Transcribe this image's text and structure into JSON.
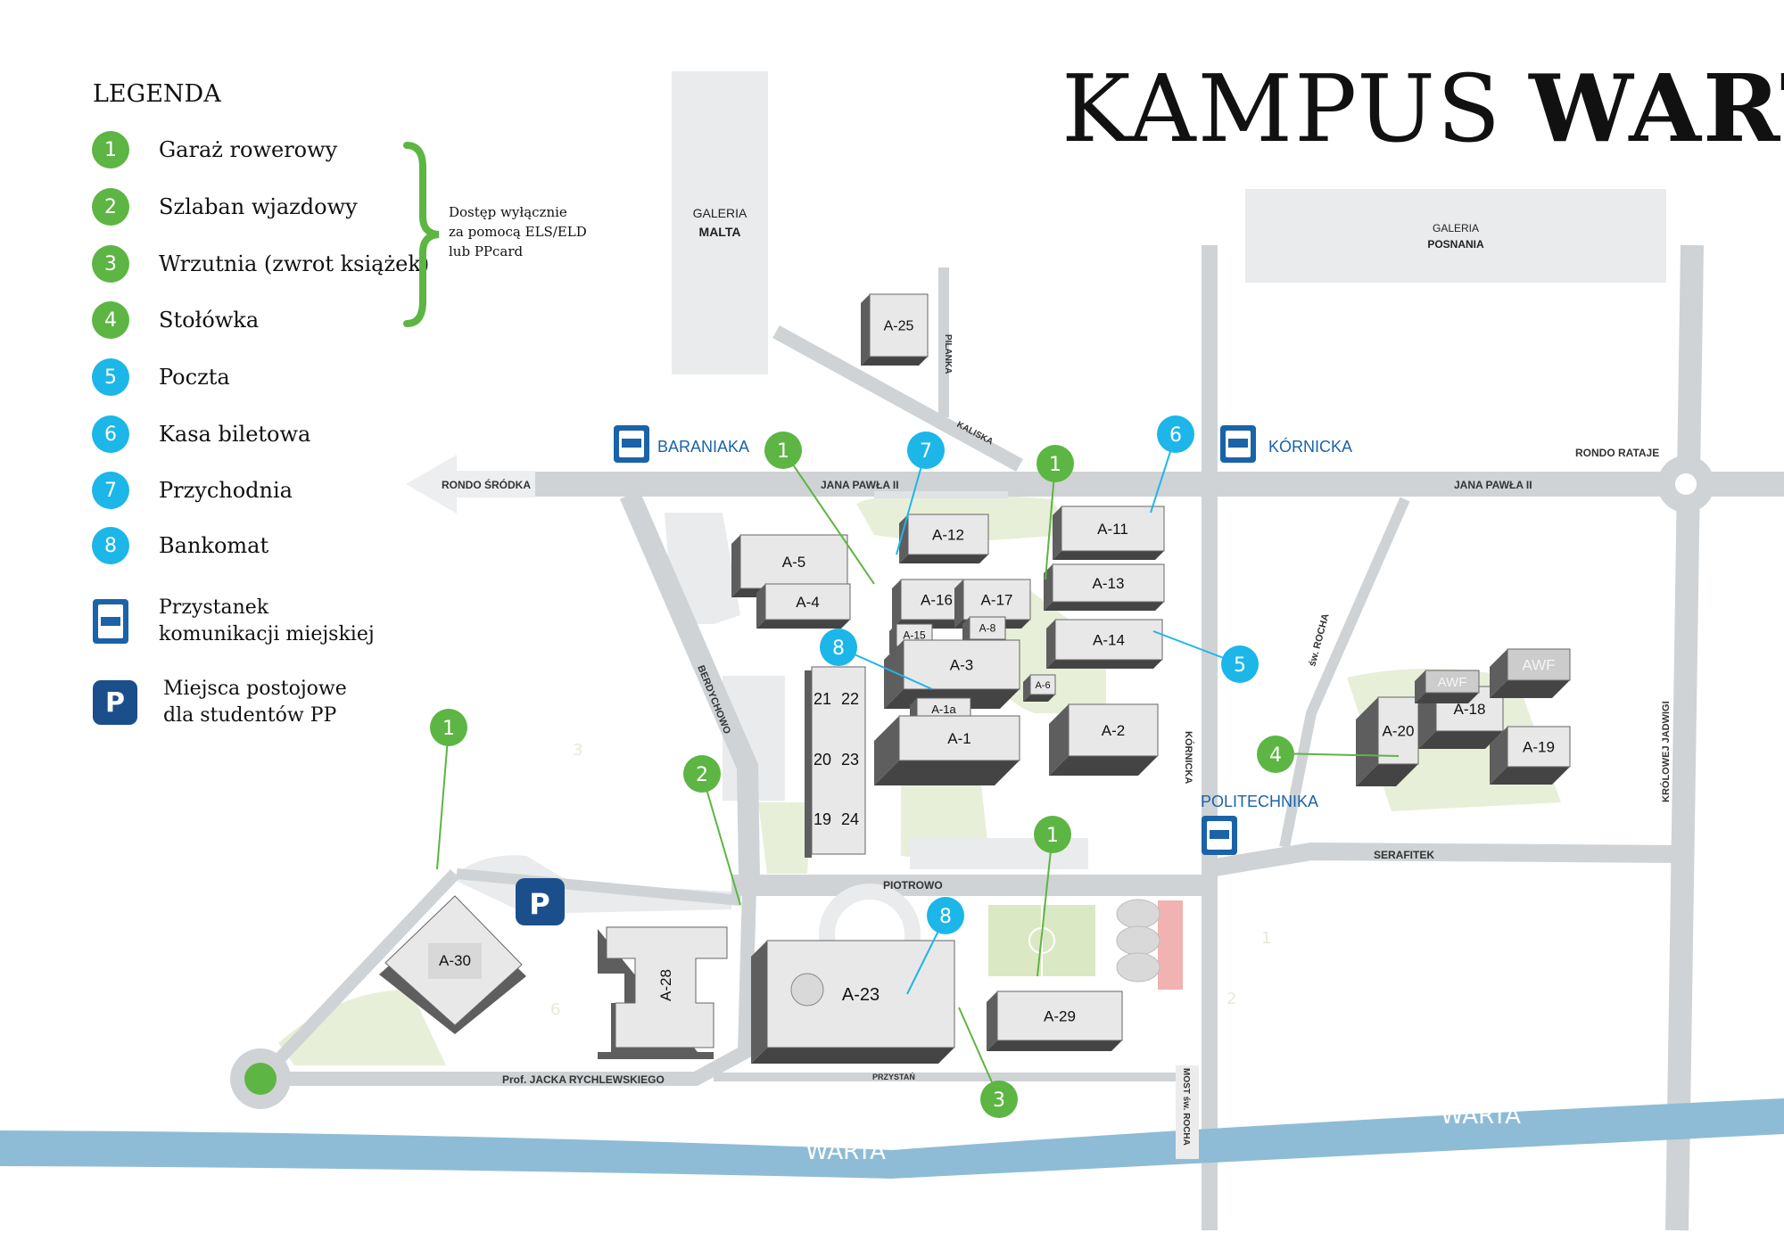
{
  "title": {
    "light": "KAMPUS",
    "bold": "WARTA"
  },
  "legend": {
    "heading": "LEGENDA",
    "items": [
      {
        "num": "1",
        "label": "Garaż rowerowy",
        "color": "#5db543"
      },
      {
        "num": "2",
        "label": "Szlaban wjazdowy",
        "color": "#5db543"
      },
      {
        "num": "3",
        "label": "Wrzutnia (zwrot książek)",
        "color": "#5db543"
      },
      {
        "num": "4",
        "label": "Stołówka",
        "color": "#5db543"
      },
      {
        "num": "5",
        "label": "Poczta",
        "color": "#1cb6e9"
      },
      {
        "num": "6",
        "label": "Kasa biletowa",
        "color": "#1cb6e9"
      },
      {
        "num": "7",
        "label": "Przychodnia",
        "color": "#1cb6e9"
      },
      {
        "num": "8",
        "label": "Bankomat",
        "color": "#1cb6e9"
      }
    ],
    "access_note": [
      "Dostęp wyłącznie",
      "za pomocą ELS/ELD",
      "lub PPcard"
    ],
    "bus_stop": [
      "Przystanek",
      "komunikacji miejskiej"
    ],
    "parking": {
      "letter": "P",
      "lines": [
        "Miejsca postojowe",
        "dla studentów PP"
      ]
    }
  },
  "landmarks": {
    "galeria_malta": [
      "GALERIA",
      "MALTA"
    ],
    "galeria_posnania": [
      "GALERIA",
      "POSNANIA"
    ]
  },
  "streets": {
    "jana_pawla_left": "JANA PAWŁA II",
    "jana_pawla_right": "JANA PAWŁA II",
    "rondo_srodka": "RONDO ŚRÓDKA",
    "rondo_rataje": "RONDO RATAJE",
    "kaliska": "KALISKA",
    "pilanka": "PILANKA",
    "berdychowo": "BERDYCHOWO",
    "piotrowo": "PIOTROWO",
    "kornicka": "KÓRNICKA",
    "sw_rocha": "św. ROCHA",
    "serafitek": "SERAFITEK",
    "krolowej_jadwigi": "KRÓLOWEJ JADWIGI",
    "rychlewskiego": "Prof. JACKA RYCHLEWSKIEGO",
    "przystan": "PRZYSTAŃ",
    "most": "MOST św. ROCHA"
  },
  "river": {
    "left": "WARTA",
    "right": "WARTA"
  },
  "stops": {
    "baraniaka": "BARANIAKA",
    "kornicka": "KÓRNICKA",
    "politechnika": "POLITECHNIKA"
  },
  "buildings": {
    "a25": "A-25",
    "a5": "A-5",
    "a4": "A-4",
    "a12": "A-12",
    "a11": "A-11",
    "a13": "A-13",
    "a16": "A-16",
    "a17": "A-17",
    "a15": "A-15",
    "a8": "A-8",
    "a14": "A-14",
    "a3": "A-3",
    "a6": "A-6",
    "a1a": "A-1a",
    "a1": "A-1",
    "a2": "A-2",
    "n21": "21",
    "n22": "22",
    "n20": "20",
    "n23": "23",
    "n19": "19",
    "n24": "24",
    "a20": "A-20",
    "a18": "A-18",
    "a19": "A-19",
    "awf1": "AWF",
    "awf2": "AWF",
    "a30": "A-30",
    "a28": "A-28",
    "a23": "A-23",
    "a29": "A-29"
  },
  "markers": [
    {
      "num": "1",
      "type": "green"
    },
    {
      "num": "7",
      "type": "blue"
    },
    {
      "num": "1",
      "type": "green"
    },
    {
      "num": "6",
      "type": "blue"
    },
    {
      "num": "8",
      "type": "blue"
    },
    {
      "num": "5",
      "type": "blue"
    },
    {
      "num": "4",
      "type": "green"
    },
    {
      "num": "1",
      "type": "green"
    },
    {
      "num": "2",
      "type": "green"
    },
    {
      "num": "1",
      "type": "green"
    },
    {
      "num": "8",
      "type": "blue"
    },
    {
      "num": "3",
      "type": "green"
    }
  ],
  "faint_numbers": [
    "3",
    "1",
    "2",
    "6"
  ],
  "colors": {
    "green": "#5db543",
    "blue": "#1cb6e9",
    "road": "#cdd2d4",
    "river": "#8ebcd6",
    "building_top": "#e6e6e6",
    "building_side": "#5e5e5e",
    "park": "#e4ecd0",
    "stop_blue": "#1a63a8"
  }
}
